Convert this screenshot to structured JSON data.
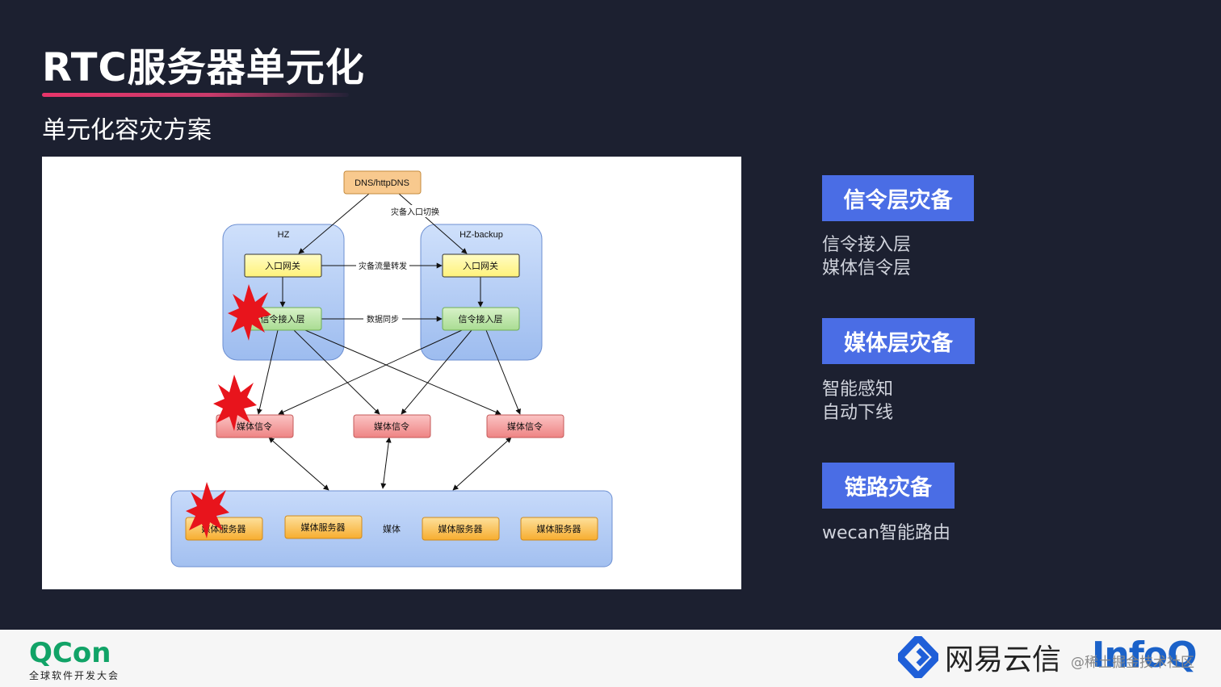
{
  "header": {
    "title": "RTC服务器单元化",
    "subtitle": "单元化容灾方案"
  },
  "diagram": {
    "dns": "DNS/httpDNS",
    "entry_switch": "灾备入口切换",
    "zone_hz": "HZ",
    "zone_backup": "HZ-backup",
    "gateway_left": "入口网关",
    "gateway_right": "入口网关",
    "forward_label": "灾备流量转发",
    "signal_left": "信令接入层",
    "signal_right": "信令接入层",
    "sync_label": "数据同步",
    "media_signal_1": "媒体信令",
    "media_signal_2": "媒体信令",
    "media_signal_3": "媒体信令",
    "media_server_1": "媒体服务器",
    "media_server_2": "媒体服务器",
    "media_label": "媒体",
    "media_server_3": "媒体服务器",
    "media_server_4": "媒体服务器"
  },
  "panel": {
    "signal_tag": "信令层灾备",
    "signal_desc_1": "信令接入层",
    "signal_desc_2": "媒体信令层",
    "media_tag": "媒体层灾备",
    "media_desc_1": "智能感知",
    "media_desc_2": "自动下线",
    "link_tag": "链路灾备",
    "link_desc_1": "wecan智能路由"
  },
  "footer": {
    "qcon_name": "QCon",
    "qcon_sub": "全球软件开发大会",
    "netease_name": "网易云信",
    "watermark": "@稀土掘金技术社区",
    "infoq": "InfoQ"
  },
  "colors": {
    "background": "#1c2030",
    "accent_tag": "#4a6de5",
    "zone_blue": "#a9c4f0",
    "gateway_yellow": "#fff78a",
    "signal_green": "#b9e3a6",
    "media_red": "#f08d8d",
    "server_orange": "#f9b43c",
    "dns_orange": "#f8c98e",
    "burst_red": "#e8141c",
    "qcon_green": "#11a367",
    "infoq_blue": "#1b62c9"
  }
}
